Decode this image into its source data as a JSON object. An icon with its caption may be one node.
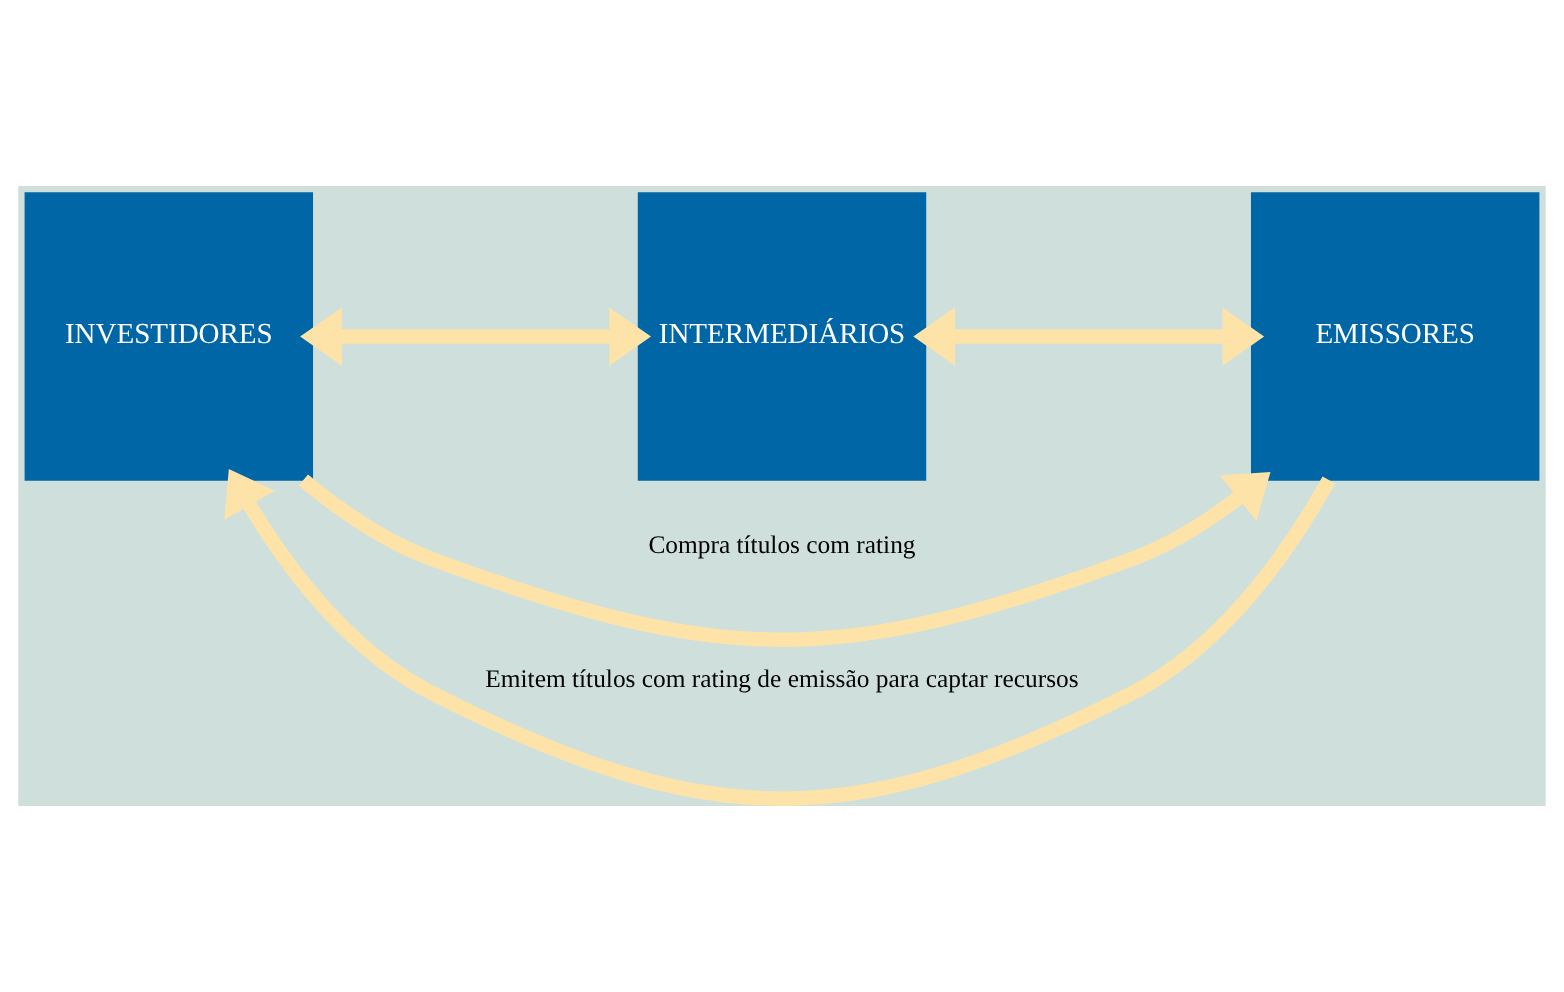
{
  "diagram": {
    "nodes": [
      {
        "text": [
          "INVESTIDORES"
        ]
      },
      {
        "text": [
          "INTERMEDIÁRIOS"
        ]
      },
      {
        "text": [
          "EMISSORES"
        ]
      }
    ],
    "edges": [
      {
        "from": 0,
        "to": 2,
        "arrow": "to",
        "label": "Compra títulos com rating"
      },
      {
        "from": 0,
        "to": 1,
        "arrow": "both"
      },
      {
        "from": 1,
        "to": 2,
        "arrow": "both"
      },
      {
        "from": 2,
        "to": 0,
        "arrow": "to",
        "label": "Emitem títulos com rating de emissão para captar recursos"
      }
    ]
  }
}
